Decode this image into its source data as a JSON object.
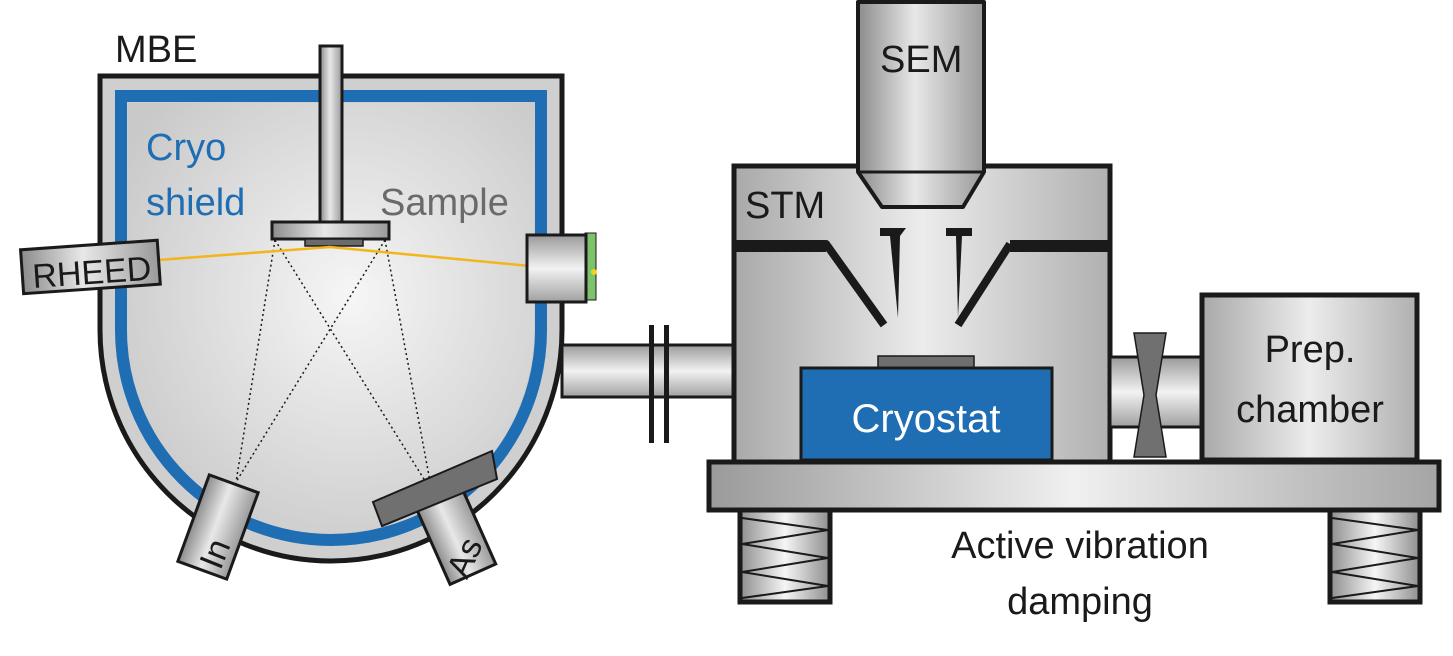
{
  "labels": {
    "mbe": "MBE",
    "cryo_line1": "Cryo",
    "cryo_line2": "shield",
    "sample": "Sample",
    "rheed": "RHEED",
    "in_cell": "In",
    "as_cell": "As",
    "sem": "SEM",
    "stm": "STM",
    "cryostat": "Cryostat",
    "prep_line1": "Prep.",
    "prep_line2": "chamber",
    "damping_line1": "Active vibration",
    "damping_line2": "damping"
  },
  "colors": {
    "outline": "#1a1a1a",
    "chamber_fill": "#e4e4e4",
    "cryo_shield": "#1f6db3",
    "cryostat": "#1f6db3",
    "rheed_beam": "#f2b51c",
    "screen_green": "#7cc36b",
    "sample_label": "#6a6a6a",
    "shutter": "#707070"
  }
}
